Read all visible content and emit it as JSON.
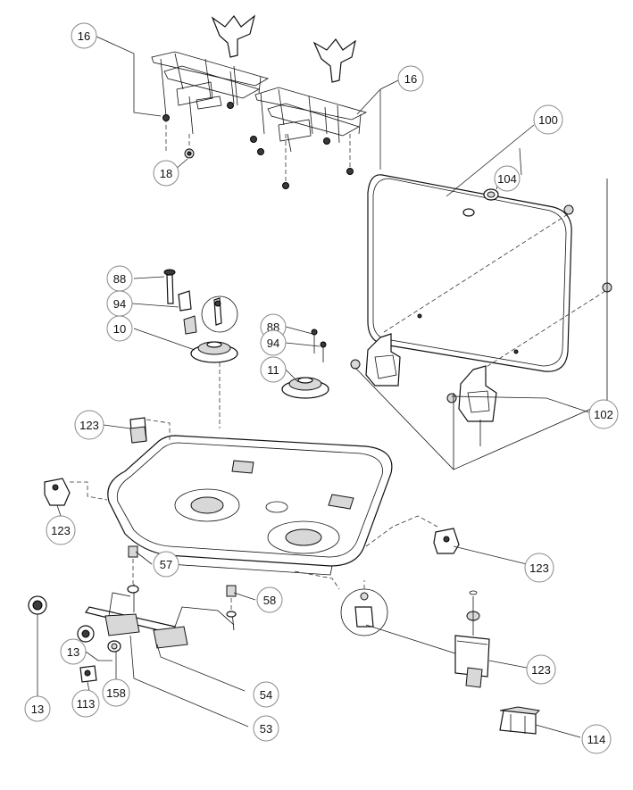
{
  "callouts": [
    {
      "id": "c16a",
      "label": "16"
    },
    {
      "id": "c16b",
      "label": "16"
    },
    {
      "id": "c18",
      "label": "18"
    },
    {
      "id": "c100",
      "label": "100"
    },
    {
      "id": "c104",
      "label": "104"
    },
    {
      "id": "c88a",
      "label": "88"
    },
    {
      "id": "c94a",
      "label": "94"
    },
    {
      "id": "c10",
      "label": "10"
    },
    {
      "id": "c88b",
      "label": "88"
    },
    {
      "id": "c94b",
      "label": "94"
    },
    {
      "id": "c11",
      "label": "11"
    },
    {
      "id": "c102",
      "label": "102"
    },
    {
      "id": "c123a",
      "label": "123"
    },
    {
      "id": "c123b",
      "label": "123"
    },
    {
      "id": "c123c",
      "label": "123"
    },
    {
      "id": "c123d",
      "label": "123"
    },
    {
      "id": "c57",
      "label": "57"
    },
    {
      "id": "c58",
      "label": "58"
    },
    {
      "id": "c13a",
      "label": "13"
    },
    {
      "id": "c13b",
      "label": "13"
    },
    {
      "id": "c158",
      "label": "158"
    },
    {
      "id": "c113",
      "label": "113"
    },
    {
      "id": "c54",
      "label": "54"
    },
    {
      "id": "c53",
      "label": "53"
    },
    {
      "id": "c114",
      "label": "114"
    }
  ]
}
